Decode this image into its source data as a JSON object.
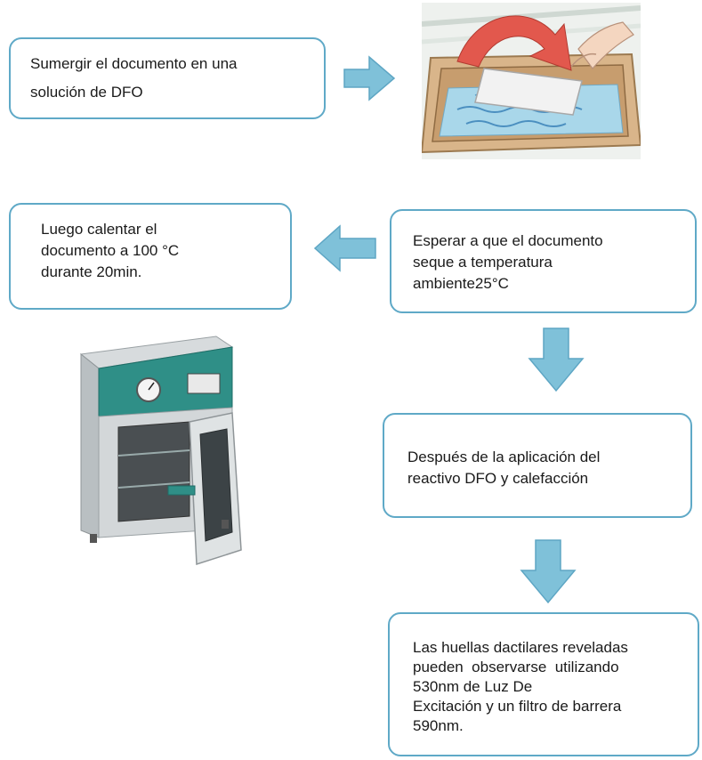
{
  "steps": {
    "s1": [
      "Sumergir el documento en una",
      "solución de DFO"
    ],
    "s2": [
      "Luego calentar el",
      "documento a 100 °C",
      "durante 20min."
    ],
    "s3": [
      "Esperar a que el documento",
      "seque a temperatura",
      "ambiente25°C"
    ],
    "s4": [
      "Después de la aplicación del",
      "reactivo DFO y calefacción"
    ],
    "s5": [
      "Las huellas dactilares reveladas",
      "pueden  observarse  utilizando",
      "530nm de Luz De",
      "Excitación y un filtro de barrera",
      "590nm."
    ]
  },
  "colors": {
    "border": "#5fa9c7",
    "arrow": "#7fc1d9",
    "arrow_stroke": "#5ea6c4"
  },
  "icons": {
    "tray": "document-immersion-tray-illustration",
    "oven": "laboratory-oven-photo"
  }
}
